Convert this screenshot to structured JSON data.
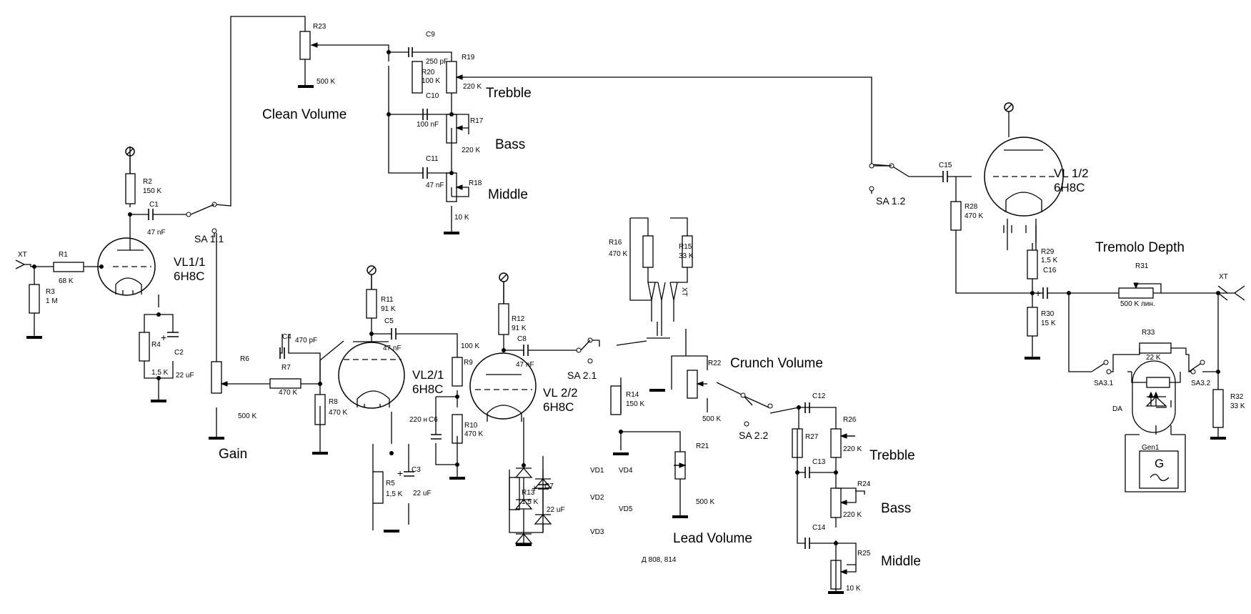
{
  "labels": {
    "R23": "R23",
    "R23v": "500 K",
    "clean_volume": "Clean Volume",
    "C9": "C9",
    "C9v": "250 pF",
    "R19": "R19",
    "R20": "R20",
    "R20v": "100 K",
    "R19v": "220 K",
    "C10": "C10",
    "C10v": "100 nF",
    "R17": "R17",
    "R17v": "220 K",
    "C11": "C11",
    "C11v": "47 nF",
    "R18": "R18",
    "R18v": "10 K",
    "trebble1": "Trebble",
    "bass1": "Bass",
    "middle1": "Middle",
    "R2": "R2",
    "R2v": "150 K",
    "C1": "C1",
    "C1v": "47 nF",
    "SA11": "SA 1.1",
    "XT1": "XT",
    "R1": "R1",
    "R1v": "68 K",
    "R3": "R3",
    "R3v": "1 M",
    "VL11a": "VL1/1",
    "VL11b": "6H8C",
    "R4": "R4",
    "R4v": "1,5 K",
    "C2": "C2",
    "C2v": "22 uF",
    "plus": "+",
    "R6": "R6",
    "R6v": "500 K",
    "gain": "Gain",
    "C4": "C4",
    "C4v": "470 pF",
    "R7": "R7",
    "R7v": "470 K",
    "R8": "R8",
    "R8v": "470 K",
    "R11": "R11",
    "R11v": "91 K",
    "C5": "C5",
    "C5v": "47 nF",
    "VL21a": "VL2/1",
    "VL21b": "6H8C",
    "R5": "R5",
    "R5v": "1,5 K",
    "C3": "C3",
    "C3v": "22 uF",
    "R9v": "100 K",
    "R9": "R9",
    "C6v": "220 н",
    "C6": "C6",
    "R10": "R10",
    "R10v": "470 K",
    "R12": "R12",
    "R12v": "91 K",
    "C8": "C8",
    "C8v": "47 nF",
    "VL22a": "VL 2/2",
    "VL22b": "6H8C",
    "R13": "R13",
    "R13v": "1,5 K",
    "C7": "C7",
    "C7v": "22 uF",
    "SA21": "SA 2.1",
    "R14": "R14",
    "R14v": "150 K",
    "VD1": "VD1",
    "VD2": "VD2",
    "VD3": "VD3",
    "VD4": "VD4",
    "VD5": "VD5",
    "diodes": "Д 808, 814",
    "R21": "R21",
    "R21v": "500 K",
    "lead_volume": "Lead Volume",
    "R16": "R16",
    "R16v": "470 K",
    "R15": "R15",
    "R15v": "33 K",
    "XT2": "XT",
    "R22": "R22",
    "R22v": "500 K",
    "crunch_volume": "Crunch Volume",
    "SA22": "SA 2.2",
    "C12": "C12",
    "R26": "R26",
    "R26v": "220 K",
    "R27": "R27",
    "C13": "C13",
    "R24": "R24",
    "R24v": "220 K",
    "C14": "C14",
    "R25": "R25",
    "R25v": "10 K",
    "trebble2": "Trebble",
    "bass2": "Bass",
    "middle2": "Middle",
    "SA12": "SA 1.2",
    "C15": "C15",
    "VL12a": "VL 1/2",
    "VL12b": "6H8C",
    "R28": "R28",
    "R28v": "470 K",
    "R29": "R29",
    "R29v": "1,5 K",
    "C16": "C16",
    "R30": "R30",
    "R30v": "15 K",
    "tremolo_depth": "Tremolo Depth",
    "R31": "R31",
    "R31v": "500 K лин.",
    "XT3": "XT",
    "R33": "R33",
    "R33v": "22 K",
    "SA31": "SA3.1",
    "SA32": "SA3.2",
    "DA": "DA",
    "gen1": "Gen1",
    "G": "G",
    "R32": "R32",
    "R32v": "33 K"
  },
  "icons": {
    "supply": "circle-slash-supply-icon",
    "ground": "ground-bar-icon"
  }
}
